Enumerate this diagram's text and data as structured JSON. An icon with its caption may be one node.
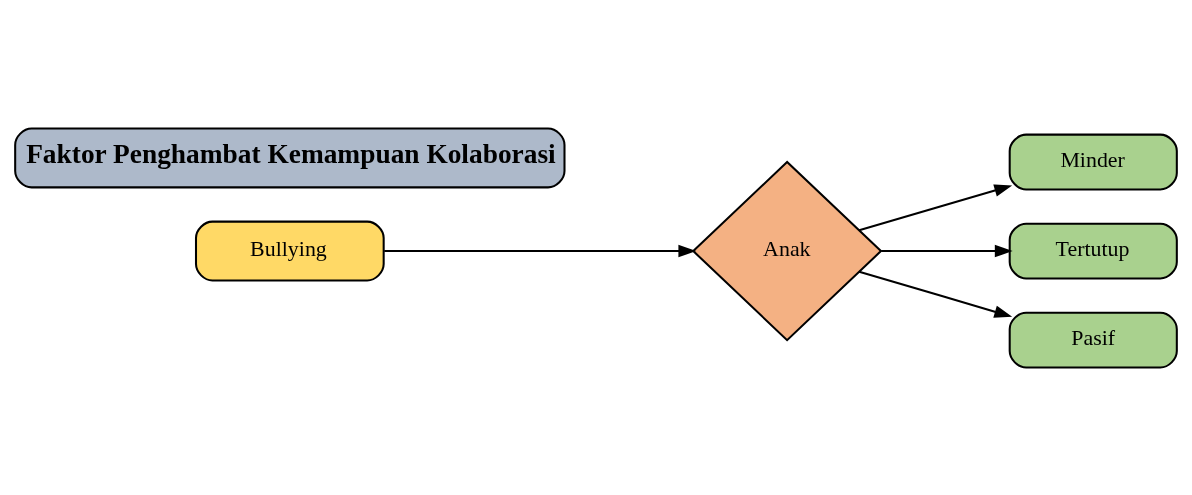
{
  "diagram": {
    "nodes": [
      {
        "text": [
          "Faktor Penghambat Kemampuan Kolaborasi"
        ]
      },
      {
        "text": [
          "Bullying"
        ]
      },
      {
        "text": [
          "Anak"
        ]
      },
      {
        "text": [
          "Minder"
        ]
      },
      {
        "text": [
          "Tertutup"
        ]
      },
      {
        "text": [
          "Pasif"
        ]
      }
    ],
    "edges": [
      {
        "from": 1,
        "to": 2,
        "arrow": "to"
      },
      {
        "from": 2,
        "to": 3,
        "arrow": "to"
      },
      {
        "from": 2,
        "to": 4,
        "arrow": "to"
      },
      {
        "from": 2,
        "to": 5,
        "arrow": "to"
      }
    ]
  }
}
